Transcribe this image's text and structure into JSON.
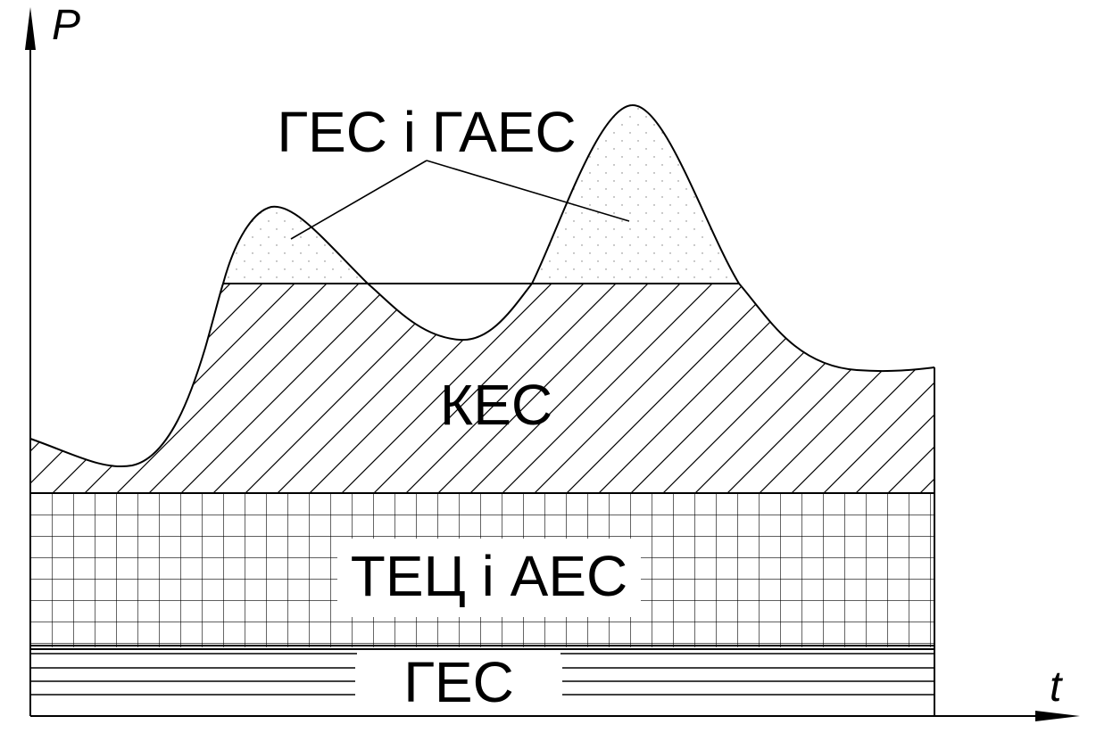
{
  "diagram": {
    "axes": {
      "y_label": "P",
      "x_label": "t"
    },
    "labels": {
      "peak": "ГЕС і ГАЕС",
      "middle": "КЕС",
      "base": "ТЕЦ і АЕС",
      "bottom": "ГЕС"
    },
    "colors": {
      "line": "#000000",
      "background": "#ffffff"
    }
  }
}
